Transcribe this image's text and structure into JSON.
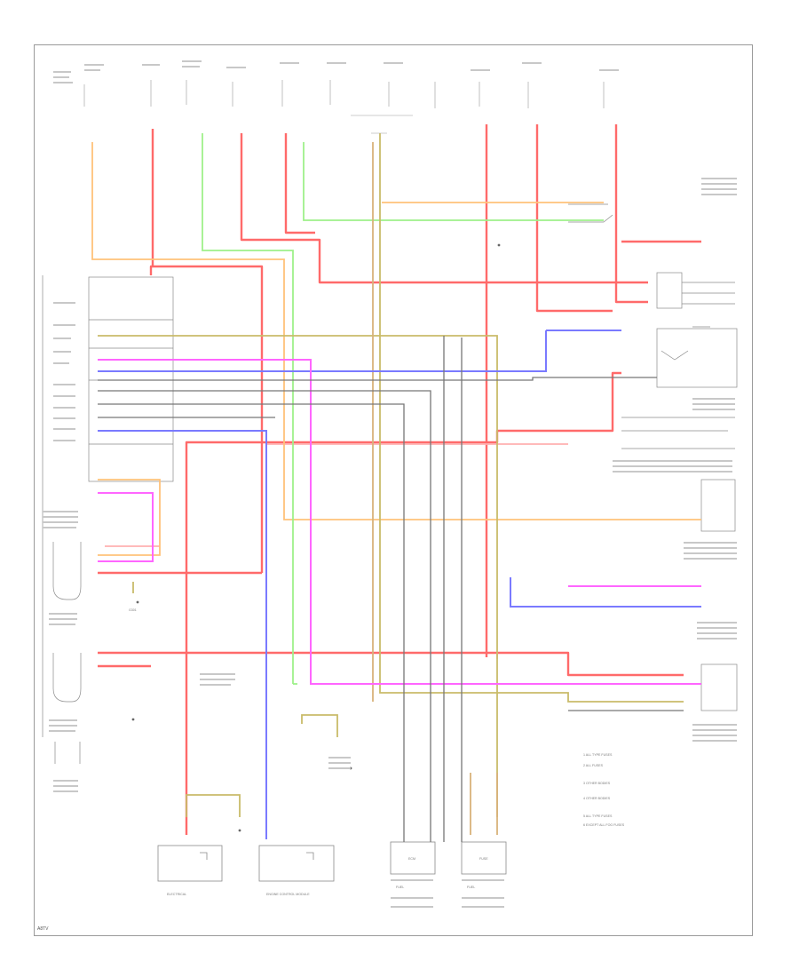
{
  "diagram": {
    "code_label": "A8TV",
    "colors": {
      "red": "#ff6a6a",
      "orange": "#ffc27a",
      "green": "#9ef08a",
      "yellow_olive": "#c9bb6a",
      "blue": "#7a7aff",
      "magenta": "#ff66ff",
      "gray": "#777777",
      "pink": "#ffb0b0",
      "tan": "#d8b27a"
    },
    "legend": [
      "1  ALL TYPE FUSES",
      "2  ALL FUSES",
      "3  OTHER BODIES",
      "4  OTHER BODIES",
      "5  ALL TYPE FUSES",
      "6  EXCEPT ALL FOG FUSES"
    ],
    "small_labels": {
      "grnd": "G301",
      "ecm": "ECM",
      "fuse": "FUSE"
    },
    "bottom_boxes": [
      "ELECTRICAL",
      "ENGINE CONTROL MODULE",
      "FUEL",
      "FUEL"
    ]
  }
}
